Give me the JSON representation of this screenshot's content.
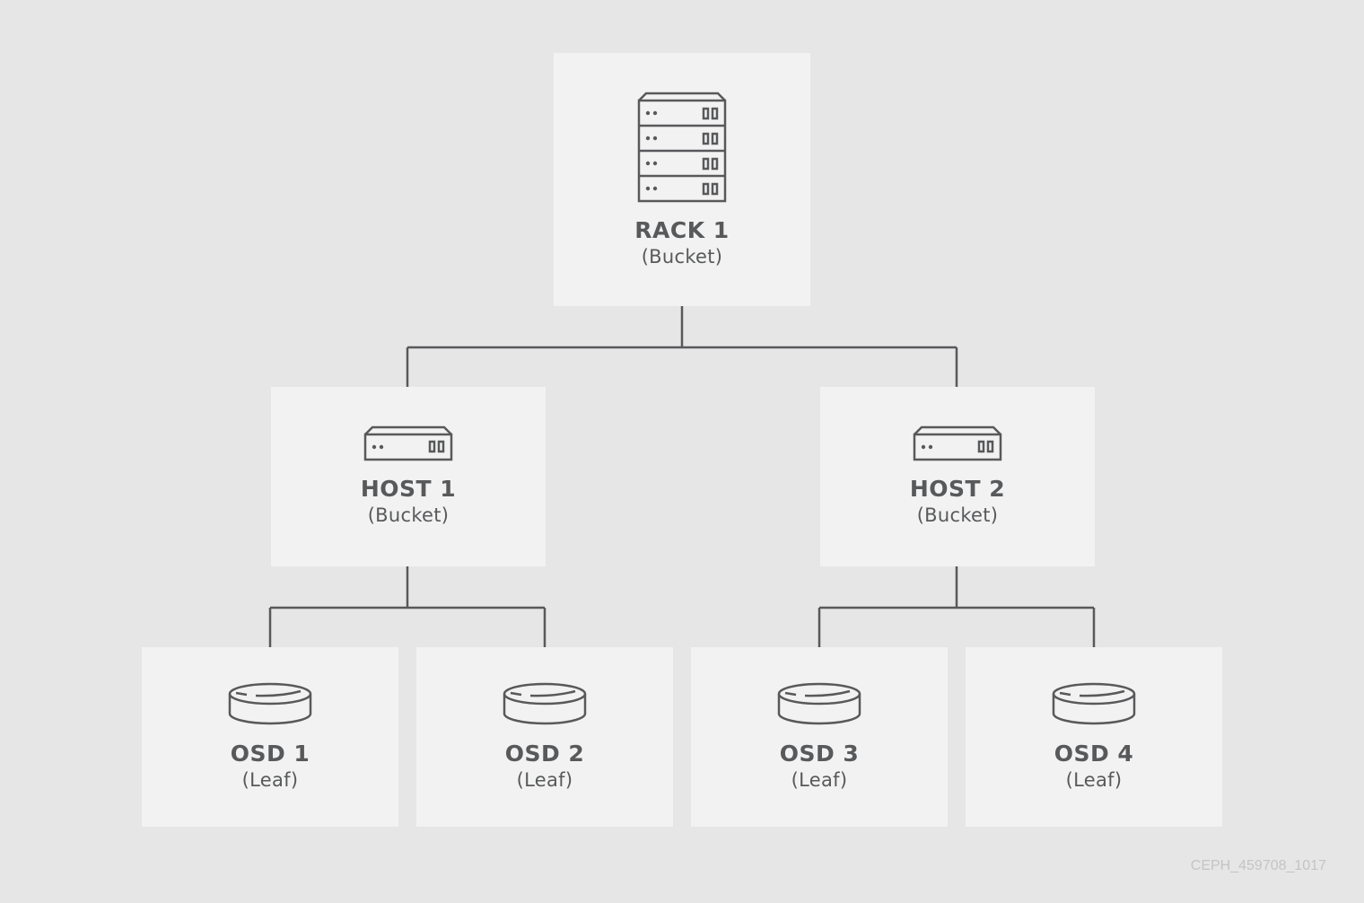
{
  "rack": {
    "title": "RACK 1",
    "subtitle": "(Bucket)",
    "icon": "server-rack-icon"
  },
  "hosts": [
    {
      "title": "HOST 1",
      "subtitle": "(Bucket)",
      "icon": "server-host-icon"
    },
    {
      "title": "HOST 2",
      "subtitle": "(Bucket)",
      "icon": "server-host-icon"
    }
  ],
  "osds": [
    {
      "title": "OSD 1",
      "subtitle": "(Leaf)",
      "icon": "disk-icon"
    },
    {
      "title": "OSD 2",
      "subtitle": "(Leaf)",
      "icon": "disk-icon"
    },
    {
      "title": "OSD 3",
      "subtitle": "(Leaf)",
      "icon": "disk-icon"
    },
    {
      "title": "OSD 4",
      "subtitle": "(Leaf)",
      "icon": "disk-icon"
    }
  ],
  "colors": {
    "background": "#e6e6e6",
    "box": "#f2f2f2",
    "line": "#58595b",
    "text": "#58595b"
  },
  "watermark": "CEPH_459708_1017"
}
